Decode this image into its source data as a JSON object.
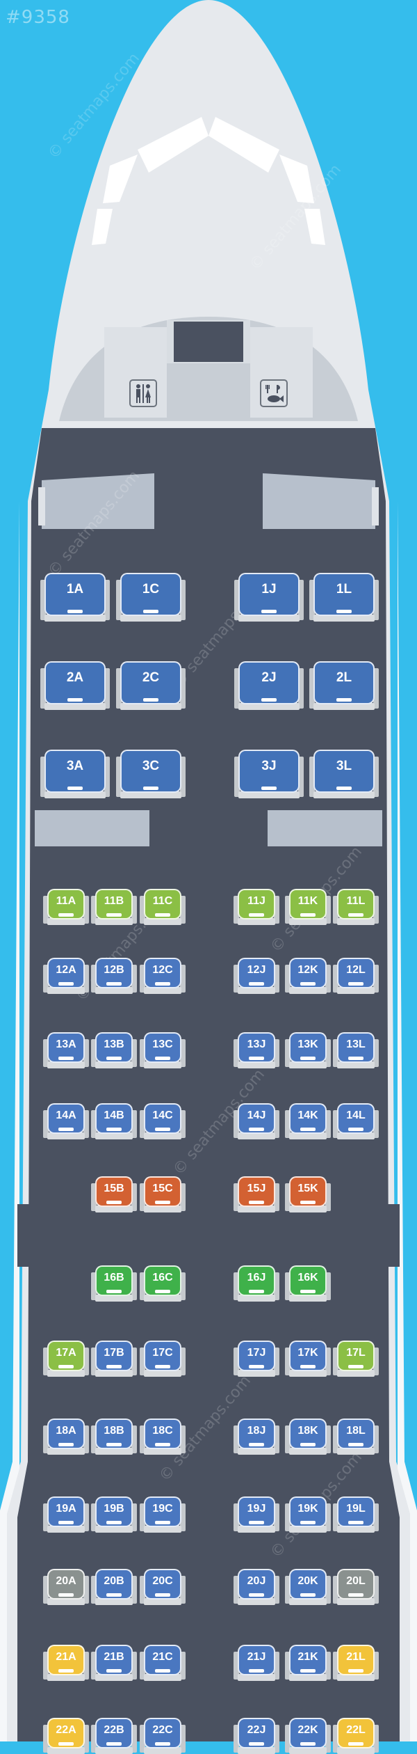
{
  "header": {
    "map_id": "#9358"
  },
  "watermark": {
    "text": "© seatmaps.com"
  },
  "icons": {
    "lavatory": "toilet-icon",
    "galley": "galley-food-icon"
  },
  "colors": {
    "sky": "#35bdec",
    "fuselage": "#e6e9ed",
    "cabin": "#4a5160",
    "business": "#4272b8",
    "economy": "#4a77c0",
    "extra_legroom": "#8bbf45",
    "exit_restricted": "#d36132",
    "preferred": "#3fb14a",
    "limited_recline": "#8a918f",
    "wing": "#f2c33a"
  },
  "business_rows": [
    {
      "row": 1,
      "left": [
        {
          "label": "1A",
          "type": "business"
        },
        {
          "label": "1C",
          "type": "business"
        }
      ],
      "right": [
        {
          "label": "1J",
          "type": "business"
        },
        {
          "label": "1L",
          "type": "business"
        }
      ]
    },
    {
      "row": 2,
      "left": [
        {
          "label": "2A",
          "type": "business"
        },
        {
          "label": "2C",
          "type": "business"
        }
      ],
      "right": [
        {
          "label": "2J",
          "type": "business"
        },
        {
          "label": "2L",
          "type": "business"
        }
      ]
    },
    {
      "row": 3,
      "left": [
        {
          "label": "3A",
          "type": "business"
        },
        {
          "label": "3C",
          "type": "business"
        }
      ],
      "right": [
        {
          "label": "3J",
          "type": "business"
        },
        {
          "label": "3L",
          "type": "business"
        }
      ]
    }
  ],
  "economy_rows": [
    {
      "row": 11,
      "left": [
        {
          "label": "11A",
          "type": "extra_legroom"
        },
        {
          "label": "11B",
          "type": "extra_legroom"
        },
        {
          "label": "11C",
          "type": "extra_legroom"
        }
      ],
      "right": [
        {
          "label": "11J",
          "type": "extra_legroom"
        },
        {
          "label": "11K",
          "type": "extra_legroom"
        },
        {
          "label": "11L",
          "type": "extra_legroom"
        }
      ]
    },
    {
      "row": 12,
      "left": [
        {
          "label": "12A",
          "type": "economy"
        },
        {
          "label": "12B",
          "type": "economy"
        },
        {
          "label": "12C",
          "type": "economy"
        }
      ],
      "right": [
        {
          "label": "12J",
          "type": "economy"
        },
        {
          "label": "12K",
          "type": "economy"
        },
        {
          "label": "12L",
          "type": "economy"
        }
      ]
    },
    {
      "row": 13,
      "left": [
        {
          "label": "13A",
          "type": "economy"
        },
        {
          "label": "13B",
          "type": "economy"
        },
        {
          "label": "13C",
          "type": "economy"
        }
      ],
      "right": [
        {
          "label": "13J",
          "type": "economy"
        },
        {
          "label": "13K",
          "type": "economy"
        },
        {
          "label": "13L",
          "type": "economy"
        }
      ]
    },
    {
      "row": 14,
      "left": [
        {
          "label": "14A",
          "type": "economy"
        },
        {
          "label": "14B",
          "type": "economy"
        },
        {
          "label": "14C",
          "type": "economy"
        }
      ],
      "right": [
        {
          "label": "14J",
          "type": "economy"
        },
        {
          "label": "14K",
          "type": "economy"
        },
        {
          "label": "14L",
          "type": "economy"
        }
      ]
    },
    {
      "row": 15,
      "left": [
        {
          "label": "15B",
          "type": "exit_restricted"
        },
        {
          "label": "15C",
          "type": "exit_restricted"
        }
      ],
      "right": [
        {
          "label": "15J",
          "type": "exit_restricted"
        },
        {
          "label": "15K",
          "type": "exit_restricted"
        }
      ]
    },
    {
      "row": 16,
      "left": [
        {
          "label": "16B",
          "type": "preferred"
        },
        {
          "label": "16C",
          "type": "preferred"
        }
      ],
      "right": [
        {
          "label": "16J",
          "type": "preferred"
        },
        {
          "label": "16K",
          "type": "preferred"
        }
      ]
    },
    {
      "row": 17,
      "left": [
        {
          "label": "17A",
          "type": "extra_legroom"
        },
        {
          "label": "17B",
          "type": "economy"
        },
        {
          "label": "17C",
          "type": "economy"
        }
      ],
      "right": [
        {
          "label": "17J",
          "type": "economy"
        },
        {
          "label": "17K",
          "type": "economy"
        },
        {
          "label": "17L",
          "type": "extra_legroom"
        }
      ]
    },
    {
      "row": 18,
      "left": [
        {
          "label": "18A",
          "type": "economy"
        },
        {
          "label": "18B",
          "type": "economy"
        },
        {
          "label": "18C",
          "type": "economy"
        }
      ],
      "right": [
        {
          "label": "18J",
          "type": "economy"
        },
        {
          "label": "18K",
          "type": "economy"
        },
        {
          "label": "18L",
          "type": "economy"
        }
      ]
    },
    {
      "row": 19,
      "left": [
        {
          "label": "19A",
          "type": "economy"
        },
        {
          "label": "19B",
          "type": "economy"
        },
        {
          "label": "19C",
          "type": "economy"
        }
      ],
      "right": [
        {
          "label": "19J",
          "type": "economy"
        },
        {
          "label": "19K",
          "type": "economy"
        },
        {
          "label": "19L",
          "type": "economy"
        }
      ]
    },
    {
      "row": 20,
      "left": [
        {
          "label": "20A",
          "type": "limited_recline"
        },
        {
          "label": "20B",
          "type": "economy"
        },
        {
          "label": "20C",
          "type": "economy"
        }
      ],
      "right": [
        {
          "label": "20J",
          "type": "economy"
        },
        {
          "label": "20K",
          "type": "economy"
        },
        {
          "label": "20L",
          "type": "limited_recline"
        }
      ]
    },
    {
      "row": 21,
      "left": [
        {
          "label": "21A",
          "type": "wing"
        },
        {
          "label": "21B",
          "type": "economy"
        },
        {
          "label": "21C",
          "type": "economy"
        }
      ],
      "right": [
        {
          "label": "21J",
          "type": "economy"
        },
        {
          "label": "21K",
          "type": "economy"
        },
        {
          "label": "21L",
          "type": "wing"
        }
      ]
    },
    {
      "row": 22,
      "left": [
        {
          "label": "22A",
          "type": "wing"
        },
        {
          "label": "22B",
          "type": "economy"
        },
        {
          "label": "22C",
          "type": "economy"
        }
      ],
      "right": [
        {
          "label": "22J",
          "type": "economy"
        },
        {
          "label": "22K",
          "type": "economy"
        },
        {
          "label": "22L",
          "type": "wing"
        }
      ]
    }
  ]
}
